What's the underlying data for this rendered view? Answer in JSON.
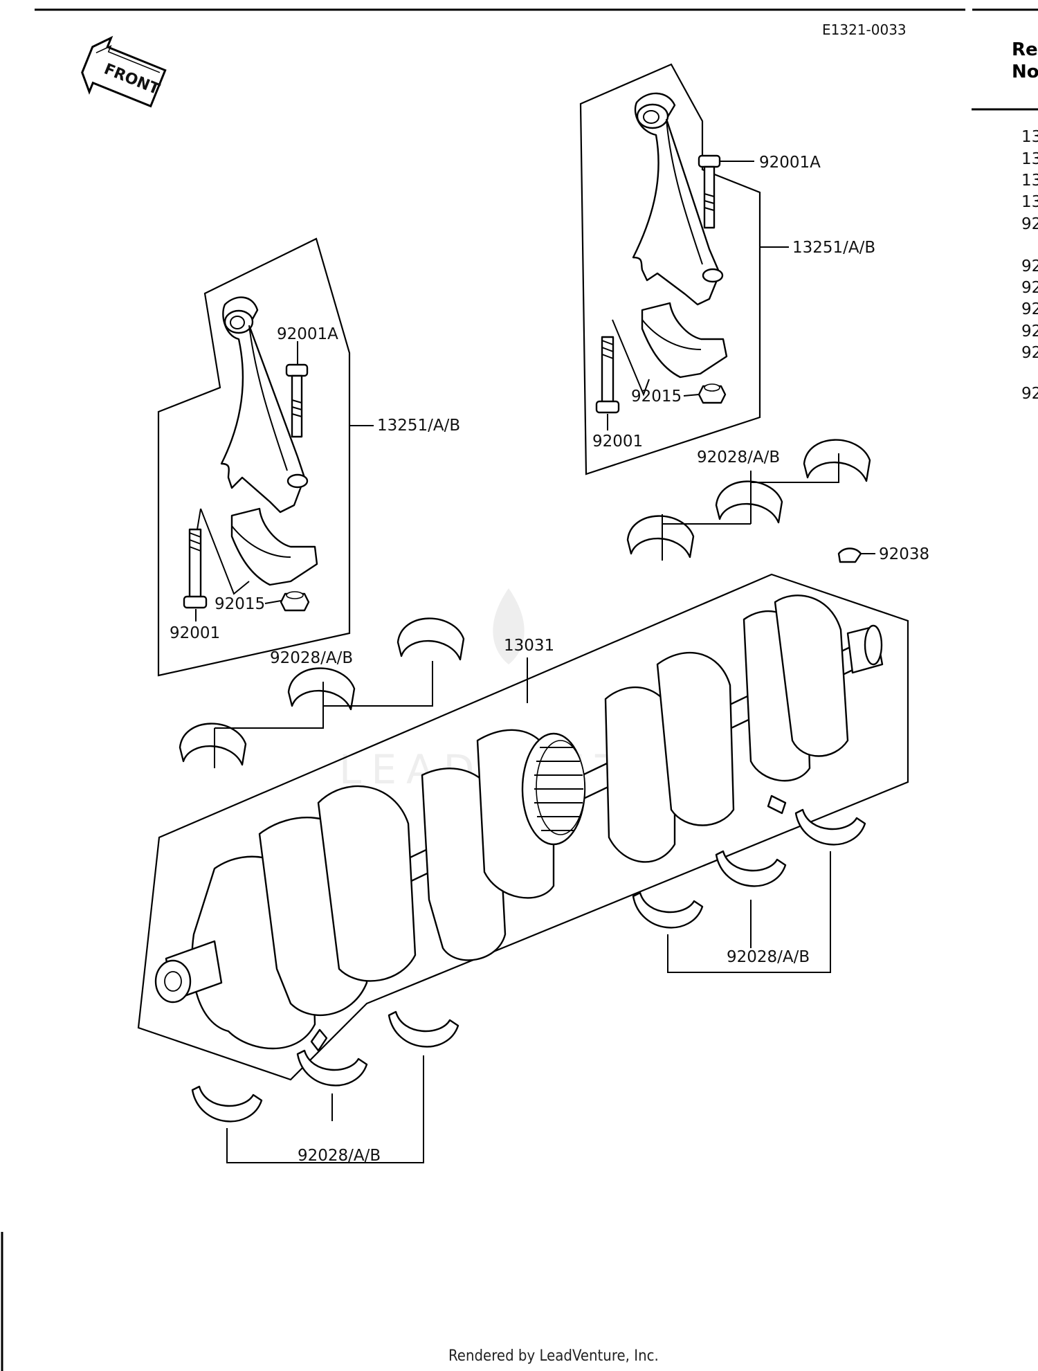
{
  "diagram_code": "E1321-0033",
  "front_arrow_label": "FRONT",
  "footer": "Rendered by LeadVenture, Inc.",
  "watermark": "LEADVENTURE",
  "right_panel": {
    "header_line1": "Re",
    "header_line2": "No",
    "rows": [
      "13",
      "13",
      "13",
      "13",
      "92",
      "92",
      "92",
      "92",
      "92",
      "92",
      "92"
    ]
  },
  "callouts": {
    "rod_left_bolt_a": "92001A",
    "rod_left_rod": "13251/A/B",
    "rod_left_nut": "92015",
    "rod_left_bolt": "92001",
    "rod_right_bolt_a": "92001A",
    "rod_right_rod": "13251/A/B",
    "rod_right_nut": "92015",
    "rod_right_bolt": "92001",
    "bearing_top_right": "92028/A/B",
    "key": "92038",
    "crankshaft": "13031",
    "bearing_mid_left": "92028/A/B",
    "bearing_mid_right": "92028/A/B",
    "bearing_bottom_left": "92028/A/B"
  }
}
